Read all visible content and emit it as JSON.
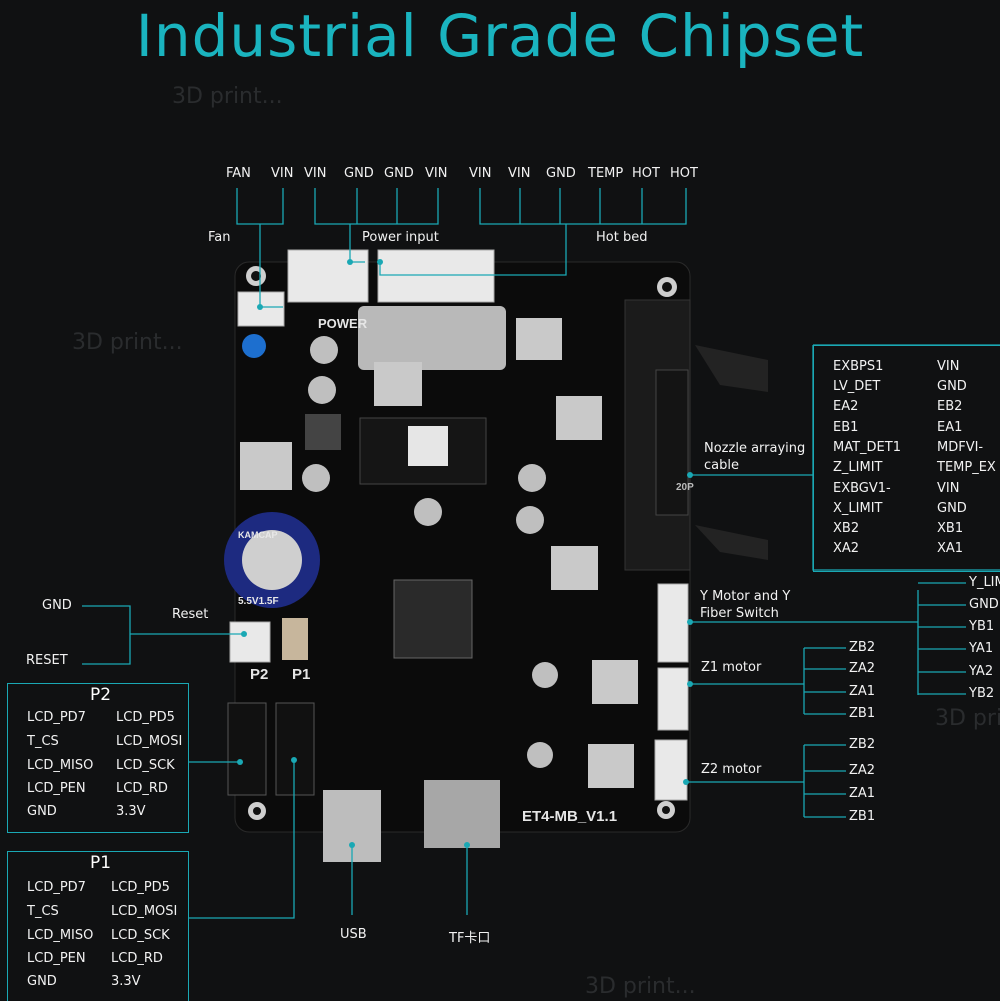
{
  "title": "Industrial Grade Chipset",
  "watermark": "3D print...",
  "top_pins": {
    "fan_group": [
      "FAN",
      "VIN"
    ],
    "power_group": [
      "VIN",
      "GND",
      "GND",
      "VIN"
    ],
    "hotbed_group": [
      "VIN",
      "VIN",
      "GND",
      "TEMP",
      "HOT",
      "HOT"
    ]
  },
  "labels": {
    "fan": "Fan",
    "power_input": "Power input",
    "hot_bed": "Hot bed",
    "nozzle": "Nozzle arraying",
    "nozzle_line2": "cable",
    "y_motor": "Y Motor and Y",
    "y_motor_line2": "Fiber Switch",
    "z1_motor": "Z1 motor",
    "z2_motor": "Z2 motor",
    "reset": "Reset",
    "usb": "USB",
    "tf": "TF卡口"
  },
  "reset_pins": [
    "GND",
    "RESET"
  ],
  "nozzle_pins": {
    "left": [
      "EXBPS1",
      "LV_DET",
      "EA2",
      "EB1",
      "MAT_DET1",
      "Z_LIMIT",
      "EXBGV1-",
      "X_LIMIT",
      "XB2",
      "XA2"
    ],
    "right": [
      "VIN",
      "GND",
      "EB2",
      "EA1",
      "MDFVI-",
      "TEMP_EX",
      "VIN",
      "GND",
      "XB1",
      "XA1"
    ]
  },
  "y_motor_pins": [
    "Y_LIM",
    "GND",
    "YB1",
    "YA1",
    "YA2",
    "YB2"
  ],
  "z1_motor_pins": [
    "ZB2",
    "ZA2",
    "ZA1",
    "ZB1"
  ],
  "z2_motor_pins": [
    "ZB2",
    "ZA2",
    "ZA1",
    "ZB1"
  ],
  "p2": {
    "title": "P2",
    "left": [
      "LCD_PD7",
      "T_CS",
      "LCD_MISO",
      "LCD_PEN",
      "GND"
    ],
    "right": [
      "LCD_PD5",
      "LCD_MOSI",
      "LCD_SCK",
      "LCD_RD",
      "3.3V"
    ]
  },
  "p1": {
    "title": "P1",
    "left": [
      "LCD_PD7",
      "T_CS",
      "LCD_MISO",
      "LCD_PEN",
      "GND"
    ],
    "right": [
      "LCD_PD5",
      "LCD_MOSI",
      "LCD_SCK",
      "LCD_RD",
      "3.3V"
    ]
  },
  "board": {
    "name": "ET4-MB_V1.1",
    "power_silk": "POWER",
    "p2_silk": "P2",
    "p1_silk": "P1",
    "cap_label": "5.5V1.5F",
    "cap_brand": "KAMCAP",
    "connector_silk": "20P"
  },
  "colors": {
    "accent": "#1ab4bf",
    "line": "#1aa8b4",
    "board": "#0c0c0c",
    "background": "#101112"
  }
}
